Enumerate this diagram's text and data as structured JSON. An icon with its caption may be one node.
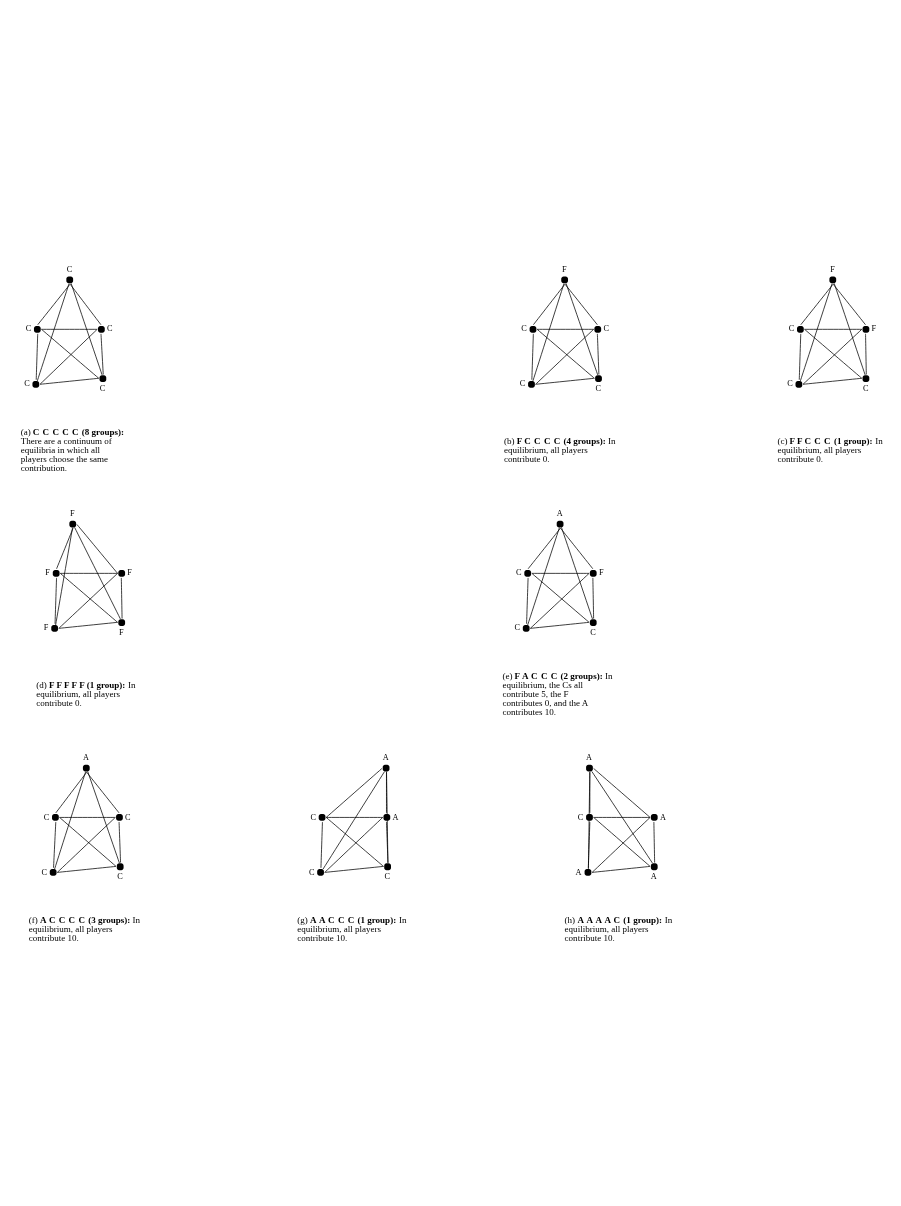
{
  "diagram": {
    "nodes": [
      {
        "text": [],
        "shape": "circle",
        "beside": [
          "C"
        ]
      },
      {
        "text": [],
        "shape": "circle",
        "beside": [
          "C"
        ]
      },
      {
        "text": [],
        "shape": "circle",
        "beside": [
          "C"
        ]
      },
      {
        "text": [],
        "shape": "circle",
        "beside": [
          "C"
        ]
      },
      {
        "text": [],
        "shape": "circle",
        "beside": [
          "C"
        ]
      },
      {
        "text": [],
        "shape": "circle",
        "beside": [
          "F"
        ]
      },
      {
        "text": [],
        "shape": "circle",
        "beside": [
          "C"
        ]
      },
      {
        "text": [],
        "shape": "circle",
        "beside": [
          "C"
        ]
      },
      {
        "text": [],
        "shape": "circle",
        "beside": [
          "C"
        ]
      },
      {
        "text": [],
        "shape": "circle",
        "beside": [
          "C"
        ]
      },
      {
        "text": [],
        "shape": "circle",
        "beside": [
          "F"
        ]
      },
      {
        "text": [],
        "shape": "circle",
        "beside": [
          "C"
        ]
      },
      {
        "text": [],
        "shape": "circle",
        "beside": [
          "F"
        ]
      },
      {
        "text": [],
        "shape": "circle",
        "beside": [
          "C"
        ]
      },
      {
        "text": [],
        "shape": "circle",
        "beside": [
          "C"
        ]
      },
      {
        "text": [],
        "shape": "circle",
        "beside": [
          "F"
        ]
      },
      {
        "text": [],
        "shape": "circle",
        "beside": [
          "F"
        ]
      },
      {
        "text": [],
        "shape": "circle",
        "beside": [
          "F"
        ]
      },
      {
        "text": [],
        "shape": "circle",
        "beside": [
          "F"
        ]
      },
      {
        "text": [],
        "shape": "circle",
        "beside": [
          "F"
        ]
      },
      {
        "text": [],
        "shape": "circle",
        "beside": [
          "A"
        ]
      },
      {
        "text": [],
        "shape": "circle",
        "beside": [
          "C"
        ]
      },
      {
        "text": [],
        "shape": "circle",
        "beside": [
          "F"
        ]
      },
      {
        "text": [],
        "shape": "circle",
        "beside": [
          "C"
        ]
      },
      {
        "text": [],
        "shape": "circle",
        "beside": [
          "C"
        ]
      },
      {
        "text": [],
        "shape": "circle",
        "beside": [
          "A"
        ]
      },
      {
        "text": [],
        "shape": "circle",
        "beside": [
          "C"
        ]
      },
      {
        "text": [],
        "shape": "circle",
        "beside": [
          "C"
        ]
      },
      {
        "text": [],
        "shape": "circle",
        "beside": [
          "C"
        ]
      },
      {
        "text": [],
        "shape": "circle",
        "beside": [
          "C"
        ]
      },
      {
        "text": [],
        "shape": "circle",
        "beside": [
          "A"
        ]
      },
      {
        "text": [],
        "shape": "circle",
        "beside": [
          "C"
        ]
      },
      {
        "text": [],
        "shape": "circle",
        "beside": [
          "A"
        ]
      },
      {
        "text": [],
        "shape": "circle",
        "beside": [
          "C"
        ]
      },
      {
        "text": [],
        "shape": "circle",
        "beside": [
          "C"
        ]
      },
      {
        "text": [],
        "shape": "circle",
        "beside": [
          "A"
        ]
      },
      {
        "text": [],
        "shape": "circle",
        "beside": [
          "C"
        ]
      },
      {
        "text": [],
        "shape": "circle",
        "beside": [
          "A"
        ]
      },
      {
        "text": [],
        "shape": "circle",
        "beside": [
          "A"
        ]
      },
      {
        "text": [],
        "shape": "circle",
        "beside": [
          "A"
        ]
      }
    ],
    "edges": [
      {
        "from": 0,
        "to": 1,
        "arrow": "none"
      },
      {
        "from": 0,
        "to": 2,
        "arrow": "none"
      },
      {
        "from": 0,
        "to": 3,
        "arrow": "none"
      },
      {
        "from": 0,
        "to": 4,
        "arrow": "none"
      },
      {
        "from": 1,
        "to": 2,
        "arrow": "none"
      },
      {
        "from": 1,
        "to": 3,
        "arrow": "none"
      },
      {
        "from": 1,
        "to": 4,
        "arrow": "none"
      },
      {
        "from": 2,
        "to": 3,
        "arrow": "none"
      },
      {
        "from": 2,
        "to": 4,
        "arrow": "none"
      },
      {
        "from": 3,
        "to": 4,
        "arrow": "none"
      },
      {
        "from": 5,
        "to": 6,
        "arrow": "none"
      },
      {
        "from": 5,
        "to": 7,
        "arrow": "none"
      },
      {
        "from": 5,
        "to": 8,
        "arrow": "none"
      },
      {
        "from": 5,
        "to": 9,
        "arrow": "none"
      },
      {
        "from": 6,
        "to": 7,
        "arrow": "none"
      },
      {
        "from": 6,
        "to": 8,
        "arrow": "none"
      },
      {
        "from": 6,
        "to": 9,
        "arrow": "none"
      },
      {
        "from": 7,
        "to": 8,
        "arrow": "none"
      },
      {
        "from": 7,
        "to": 9,
        "arrow": "none"
      },
      {
        "from": 8,
        "to": 9,
        "arrow": "none"
      },
      {
        "from": 10,
        "to": 11,
        "arrow": "none"
      },
      {
        "from": 10,
        "to": 12,
        "arrow": "none"
      },
      {
        "from": 10,
        "to": 13,
        "arrow": "none"
      },
      {
        "from": 10,
        "to": 14,
        "arrow": "none"
      },
      {
        "from": 11,
        "to": 12,
        "arrow": "none"
      },
      {
        "from": 11,
        "to": 13,
        "arrow": "none"
      },
      {
        "from": 11,
        "to": 14,
        "arrow": "none"
      },
      {
        "from": 12,
        "to": 13,
        "arrow": "none"
      },
      {
        "from": 12,
        "to": 14,
        "arrow": "none"
      },
      {
        "from": 13,
        "to": 14,
        "arrow": "none"
      },
      {
        "from": 15,
        "to": 16,
        "arrow": "none"
      },
      {
        "from": 15,
        "to": 17,
        "arrow": "none"
      },
      {
        "from": 15,
        "to": 18,
        "arrow": "none"
      },
      {
        "from": 15,
        "to": 19,
        "arrow": "none"
      },
      {
        "from": 16,
        "to": 17,
        "arrow": "none"
      },
      {
        "from": 16,
        "to": 18,
        "arrow": "none"
      },
      {
        "from": 16,
        "to": 19,
        "arrow": "none"
      },
      {
        "from": 17,
        "to": 18,
        "arrow": "none"
      },
      {
        "from": 17,
        "to": 19,
        "arrow": "none"
      },
      {
        "from": 18,
        "to": 19,
        "arrow": "none"
      },
      {
        "from": 20,
        "to": 21,
        "arrow": "none"
      },
      {
        "from": 20,
        "to": 22,
        "arrow": "none"
      },
      {
        "from": 20,
        "to": 23,
        "arrow": "none"
      },
      {
        "from": 20,
        "to": 24,
        "arrow": "none"
      },
      {
        "from": 21,
        "to": 22,
        "arrow": "none"
      },
      {
        "from": 21,
        "to": 23,
        "arrow": "none"
      },
      {
        "from": 21,
        "to": 24,
        "arrow": "none"
      },
      {
        "from": 22,
        "to": 23,
        "arrow": "none"
      },
      {
        "from": 22,
        "to": 24,
        "arrow": "none"
      },
      {
        "from": 23,
        "to": 24,
        "arrow": "none"
      },
      {
        "from": 25,
        "to": 26,
        "arrow": "none"
      },
      {
        "from": 25,
        "to": 27,
        "arrow": "none"
      },
      {
        "from": 25,
        "to": 28,
        "arrow": "none"
      },
      {
        "from": 25,
        "to": 29,
        "arrow": "none"
      },
      {
        "from": 26,
        "to": 27,
        "arrow": "none"
      },
      {
        "from": 26,
        "to": 28,
        "arrow": "none"
      },
      {
        "from": 26,
        "to": 29,
        "arrow": "none"
      },
      {
        "from": 27,
        "to": 28,
        "arrow": "none"
      },
      {
        "from": 27,
        "to": 29,
        "arrow": "none"
      },
      {
        "from": 28,
        "to": 29,
        "arrow": "none"
      },
      {
        "from": 30,
        "to": 31,
        "arrow": "none"
      },
      {
        "from": 30,
        "to": 32,
        "arrow": "none"
      },
      {
        "from": 30,
        "to": 33,
        "arrow": "none"
      },
      {
        "from": 30,
        "to": 34,
        "arrow": "none"
      },
      {
        "from": 31,
        "to": 32,
        "arrow": "none"
      },
      {
        "from": 31,
        "to": 33,
        "arrow": "none"
      },
      {
        "from": 31,
        "to": 34,
        "arrow": "none"
      },
      {
        "from": 32,
        "to": 33,
        "arrow": "none"
      },
      {
        "from": 32,
        "to": 34,
        "arrow": "none"
      },
      {
        "from": 33,
        "to": 34,
        "arrow": "none"
      },
      {
        "from": 35,
        "to": 36,
        "arrow": "none"
      },
      {
        "from": 35,
        "to": 37,
        "arrow": "none"
      },
      {
        "from": 35,
        "to": 38,
        "arrow": "none"
      },
      {
        "from": 35,
        "to": 39,
        "arrow": "none"
      },
      {
        "from": 36,
        "to": 37,
        "arrow": "none"
      },
      {
        "from": 36,
        "to": 38,
        "arrow": "none"
      },
      {
        "from": 36,
        "to": 39,
        "arrow": "none"
      },
      {
        "from": 37,
        "to": 38,
        "arrow": "none"
      },
      {
        "from": 37,
        "to": 39,
        "arrow": "none"
      },
      {
        "from": 38,
        "to": 39,
        "arrow": "none"
      }
    ],
    "labels": [
      "(a) **C C C C C (8 groups):** There are a continuum of equilibria in which all players choose the same contribution.",
      "(b) **F C C C C (4 groups):** In equilibrium, all players contribute 0.",
      "(c) **F F C C C (1 group):** In equilibrium, all players contribute 0.",
      "(d) **F F F F F (1 group):** In equilibrium, all players contribute 0.",
      "(e) **F A C C C (2 groups):** In equilibrium, the Cs all contribute 5, the F contributes 0, and the A contributes 10.",
      "(f) **A C C C C (3 groups):** In equilibrium, all players contribute 10.",
      "(g) **A A C C C (1 group):** In equilibrium, all players contribute 10.",
      "(h) **A A A A C (1 group):** In equilibrium, all players contribute 10."
    ]
  }
}
